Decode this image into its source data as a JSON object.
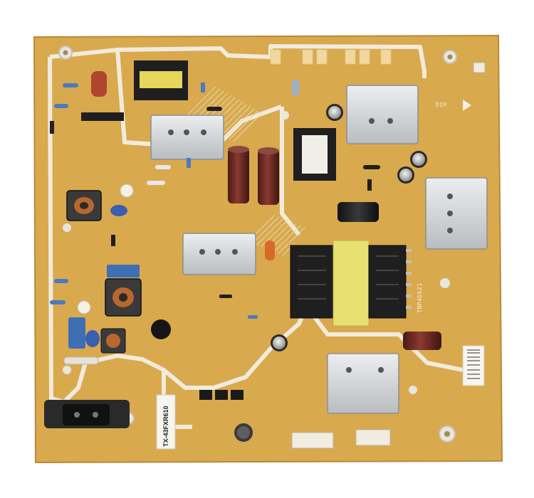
{
  "board": {
    "model_sticker": "TX-43FXR610",
    "silk_marks": [
      "DIP",
      "TNP4G621"
    ]
  },
  "colors": {
    "pcb": "#d9a94e",
    "trace": "#cf9c40",
    "silkscreen": "#efeade",
    "heatsink": "#d7d9dc",
    "capacitor_brown": "#6a2a22",
    "transformer_yellow": "#e8e070",
    "ferrite_black": "#1e1e1e"
  }
}
